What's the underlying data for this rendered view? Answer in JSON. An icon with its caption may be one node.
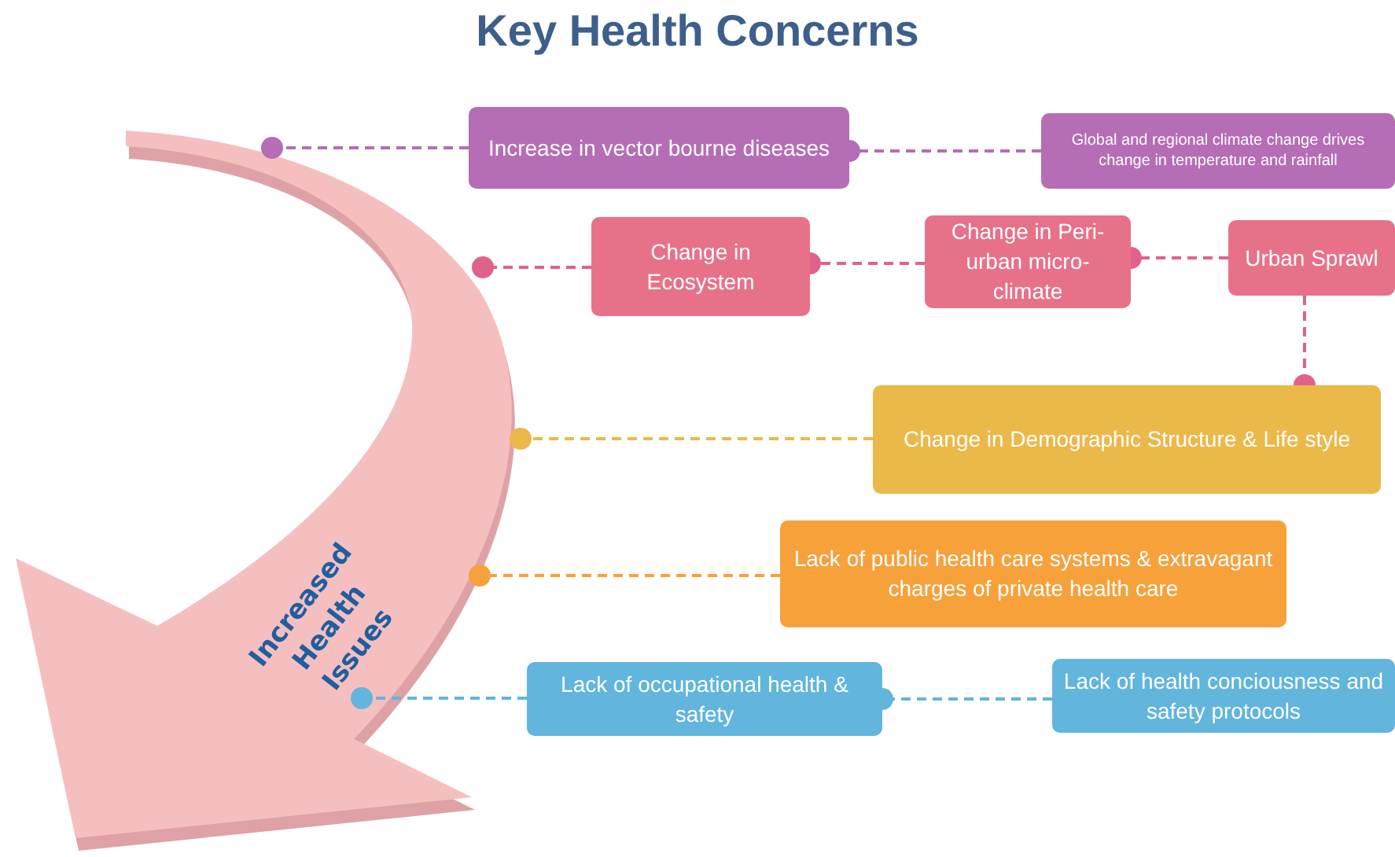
{
  "diagram": {
    "title": "Key Health Concerns",
    "nodes": [
      {
        "text": [
          "Increased Health Issues"
        ]
      },
      {
        "text": [
          "Increase in vector bourne diseases"
        ]
      },
      {
        "text": [
          "Global and regional climate change drives change in temperature and rainfall"
        ]
      },
      {
        "text": [
          "Change in Ecosystem"
        ]
      },
      {
        "text": [
          "Change in Peri-urban micro-climate"
        ]
      },
      {
        "text": [
          "Urban Sprawl"
        ]
      },
      {
        "text": [
          "Change in Demographic Structure & Life style"
        ]
      },
      {
        "text": [
          "Lack of public health care systems & extravagant charges of private health care"
        ]
      },
      {
        "text": [
          "Lack of occupational health & safety"
        ]
      },
      {
        "text": [
          "Lack of health conciousness and safety protocols"
        ]
      }
    ],
    "edges": [
      {
        "from": 1,
        "to": 0,
        "arrow": "other",
        "style": "dashed",
        "color": "#b56db5"
      },
      {
        "from": 2,
        "to": 1,
        "arrow": "other",
        "style": "dashed",
        "color": "#b56db5"
      },
      {
        "from": 3,
        "to": 0,
        "arrow": "other",
        "style": "dashed",
        "color": "#e0628a"
      },
      {
        "from": 4,
        "to": 3,
        "arrow": "other",
        "style": "dashed",
        "color": "#e0628a"
      },
      {
        "from": 5,
        "to": 4,
        "arrow": "other",
        "style": "dashed",
        "color": "#e0628a"
      },
      {
        "from": 5,
        "to": 6,
        "arrow": "other",
        "style": "dashed",
        "color": "#e0628a"
      },
      {
        "from": 6,
        "to": 0,
        "arrow": "other",
        "style": "dashed",
        "color": "#ebb84a"
      },
      {
        "from": 7,
        "to": 0,
        "arrow": "other",
        "style": "dashed",
        "color": "#f7a13b"
      },
      {
        "from": 8,
        "to": 0,
        "arrow": "other",
        "style": "dashed",
        "color": "#62b5dc"
      },
      {
        "from": 9,
        "to": 8,
        "arrow": "other",
        "style": "dashed",
        "color": "#62b5dc"
      }
    ]
  }
}
